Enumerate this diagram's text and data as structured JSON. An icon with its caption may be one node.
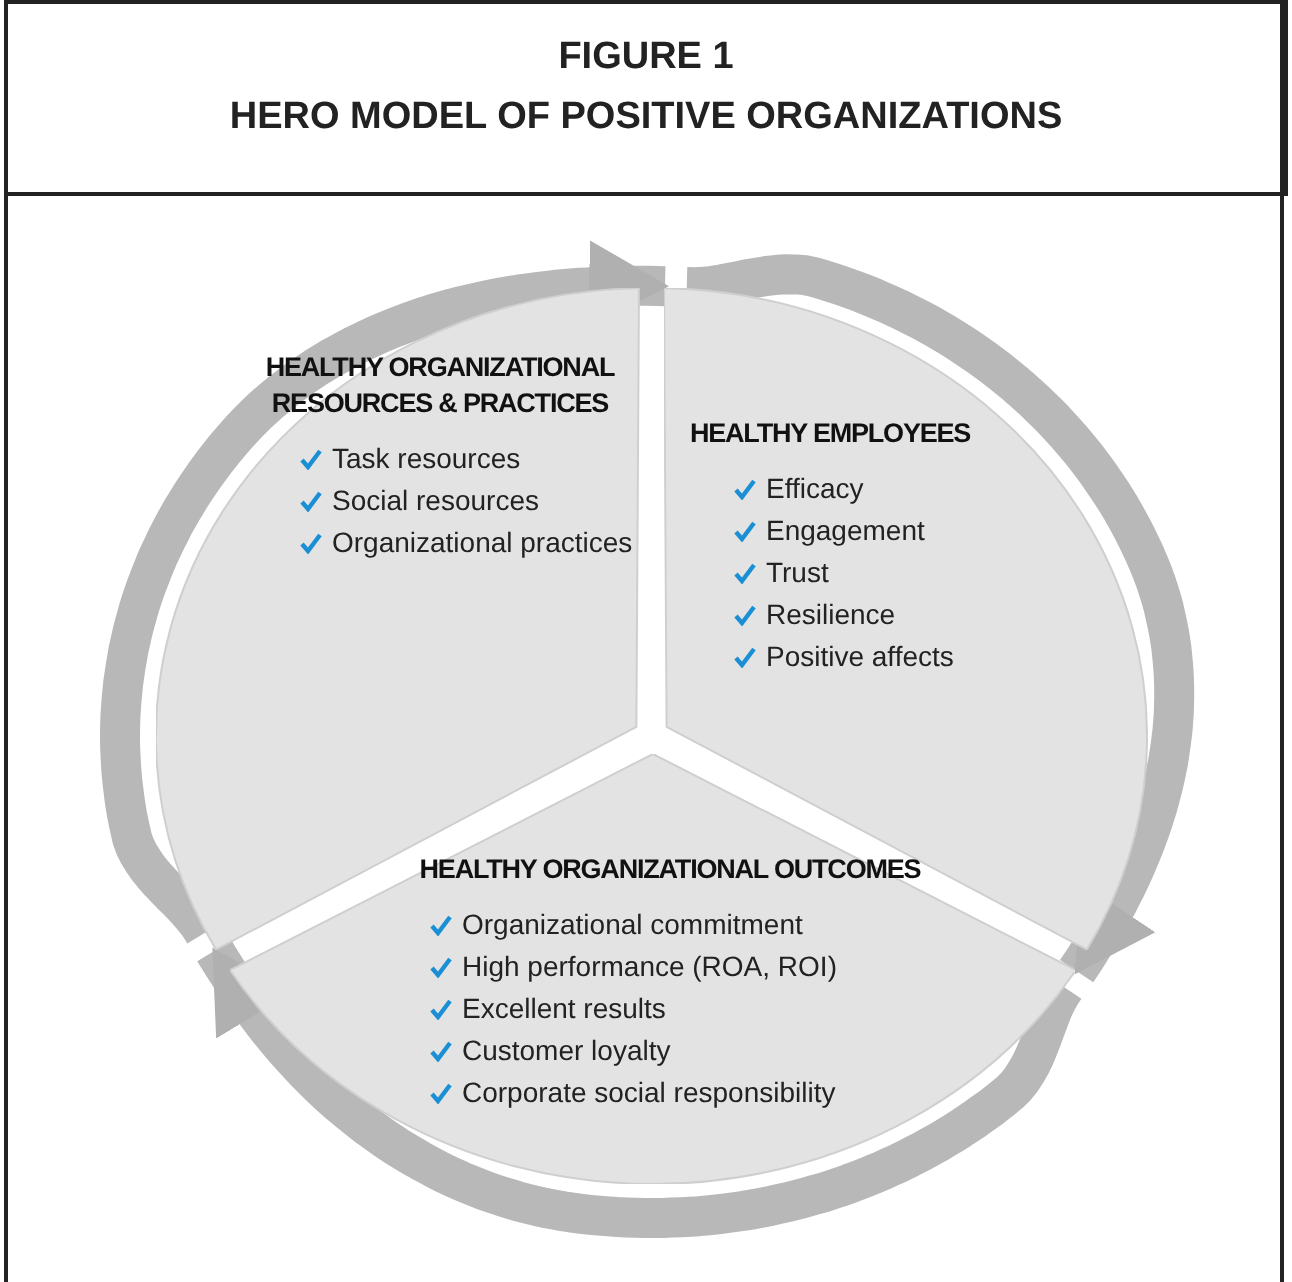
{
  "diagram": {
    "title": "HERO MODEL OF POSITIVE ORGANIZATIONS",
    "nodes": [
      {
        "text": [
          "HEALTHY ORGANIZATIONAL RESOURCES & PRACTICES",
          "Task resources",
          "Social resources",
          "Organizational practices"
        ]
      },
      {
        "text": [
          "HEALTHY EMPLOYEES",
          "Efficacy",
          "Engagement",
          "Trust",
          "Resilience",
          "Positive affects"
        ]
      },
      {
        "text": [
          "HEALTHY ORGANIZATIONAL OUTCOMES",
          "Organizational commitment",
          "High performance (ROA, ROI)",
          "Excellent results",
          "Customer loyalty",
          "Corporate social responsibility"
        ]
      }
    ],
    "edges": [
      {
        "from": 0,
        "to": 1,
        "arrow": "to"
      },
      {
        "from": 1,
        "to": 2,
        "arrow": "to"
      },
      {
        "from": 2,
        "to": 0,
        "arrow": "to"
      }
    ],
    "labels": [
      "FIGURE 1"
    ]
  }
}
